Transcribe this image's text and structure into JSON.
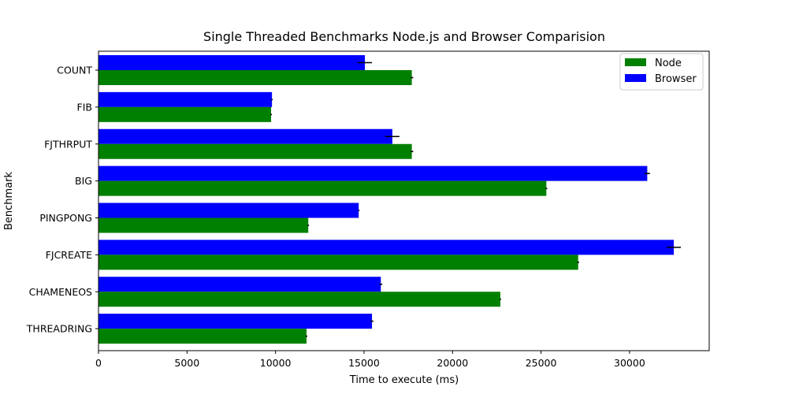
{
  "chart_data": {
    "type": "bar",
    "orientation": "horizontal",
    "title": "Single Threaded Benchmarks Node.js and Browser Comparision",
    "xlabel": "Time to execute (ms)",
    "ylabel": "Benchmark",
    "xlim": [
      0,
      34500
    ],
    "xticks": [
      0,
      5000,
      10000,
      15000,
      20000,
      25000,
      30000
    ],
    "categories": [
      "COUNT",
      "FIB",
      "FJTHRPUT",
      "BIG",
      "PINGPONG",
      "FJCREATE",
      "CHAMENEOS",
      "THREADRING"
    ],
    "series": [
      {
        "name": "Node",
        "color": "#008000",
        "values": [
          17700,
          9750,
          17700,
          25300,
          11850,
          27100,
          22700,
          11750
        ],
        "errors": [
          80,
          0,
          80,
          50,
          0,
          50,
          0,
          0
        ]
      },
      {
        "name": "Browser",
        "color": "#0000ff",
        "values": [
          15050,
          9800,
          16600,
          31000,
          14700,
          32500,
          15950,
          15450
        ],
        "errors": [
          400,
          0,
          400,
          150,
          0,
          400,
          80,
          80
        ]
      }
    ],
    "legend": "top-right",
    "grid": false
  }
}
